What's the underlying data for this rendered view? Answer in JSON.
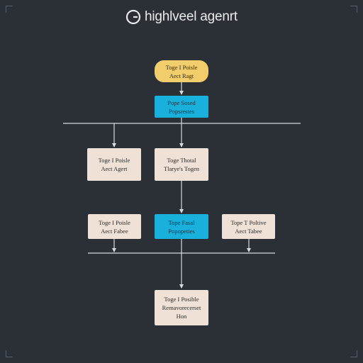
{
  "header": {
    "logo_icon": "g-logo-icon",
    "brand": "highlveel agenrt"
  },
  "colors": {
    "background": "#2b2f36",
    "start_node": "#f2cd6c",
    "process_node": "#1ab0dc",
    "task_node": "#efe1d6",
    "connector": "#d7dbe0"
  },
  "nodes": {
    "start": {
      "line1": "Toge I Poisle",
      "line2": "Aect Ragt"
    },
    "primary": {
      "line1": "Pope Sosed",
      "line2": "Popsrestes"
    },
    "left_task": {
      "line1": "Toge I Poisle",
      "line2": "Aect Agert"
    },
    "center_task": {
      "line1": "Toge Thotal",
      "line2": "Tlarye's Togen"
    },
    "left_sub": {
      "line1": "Toge I Poisle",
      "line2": "Aect Fabee"
    },
    "center_process": {
      "line1": "Tope Fasal",
      "line2": "Popopeties"
    },
    "right_sub": {
      "line1": "Tope T Poltive",
      "line2": "Aect Tabee"
    },
    "final": {
      "line1": "Toge I Posible",
      "line2": "Remavorecerset",
      "line3": "Hon"
    }
  }
}
